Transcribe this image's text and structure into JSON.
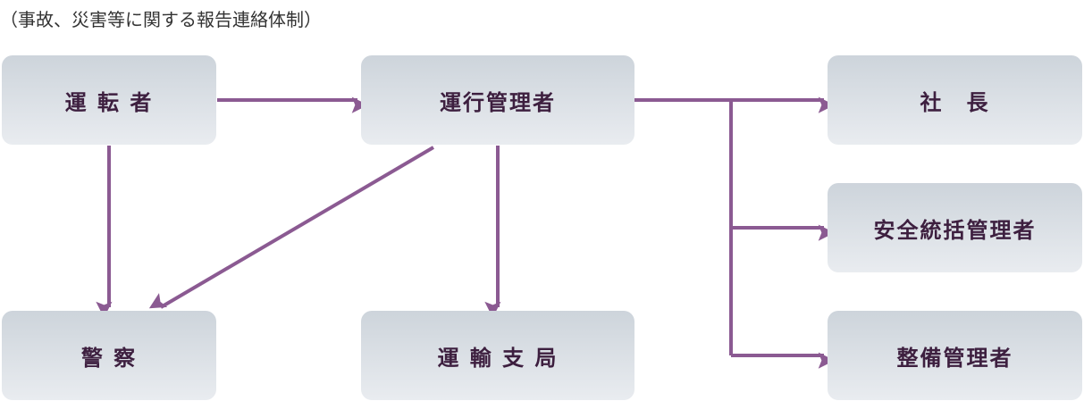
{
  "title": "（事故、災害等に関する報告連絡体制）",
  "nodes": {
    "driver": "運 転 者",
    "operation_manager": "運行管理者",
    "president": "社　長",
    "safety_manager": "安全統括管理者",
    "maintenance_manager": "整備管理者",
    "police": "警 察",
    "transport_bureau": "運 輸 支 局"
  },
  "colors": {
    "arrow": "#8b5a92",
    "text": "#3d1f3f"
  }
}
